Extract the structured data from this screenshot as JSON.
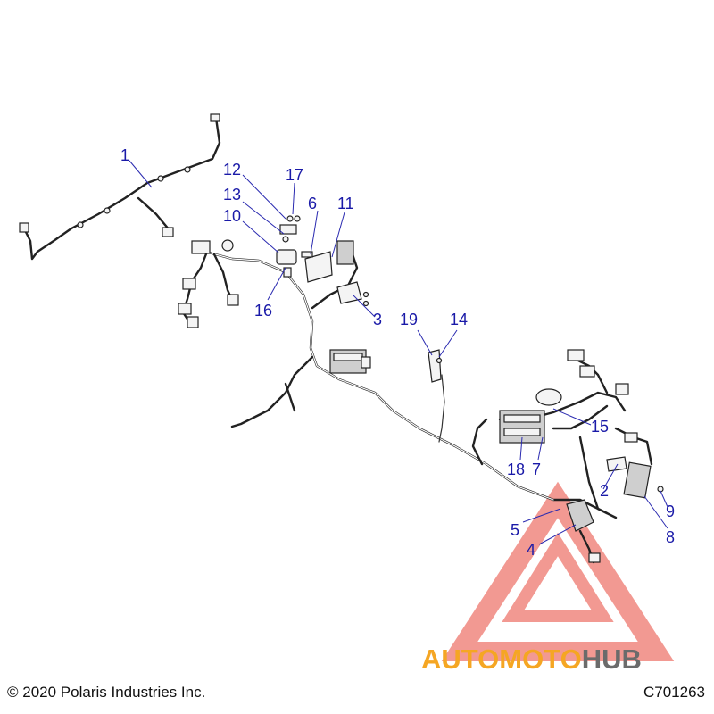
{
  "callouts": [
    {
      "id": "1",
      "label": "1"
    },
    {
      "id": "2",
      "label": "2"
    },
    {
      "id": "3",
      "label": "3"
    },
    {
      "id": "4",
      "label": "4"
    },
    {
      "id": "5",
      "label": "5"
    },
    {
      "id": "6",
      "label": "6"
    },
    {
      "id": "7",
      "label": "7"
    },
    {
      "id": "8",
      "label": "8"
    },
    {
      "id": "9",
      "label": "9"
    },
    {
      "id": "10",
      "label": "10"
    },
    {
      "id": "11",
      "label": "11"
    },
    {
      "id": "12",
      "label": "12"
    },
    {
      "id": "13",
      "label": "13"
    },
    {
      "id": "14",
      "label": "14"
    },
    {
      "id": "15",
      "label": "15"
    },
    {
      "id": "16",
      "label": "16"
    },
    {
      "id": "17",
      "label": "17"
    },
    {
      "id": "18",
      "label": "18"
    },
    {
      "id": "19",
      "label": "19"
    }
  ],
  "footer": {
    "copyright": "© 2020 Polaris Industries Inc.",
    "code": "C701263"
  },
  "watermark": {
    "part1": "AUTO",
    "part2": "MOTO",
    "part3": "HUB",
    "color_main": "#f5a623",
    "color_accent": "#e8473a",
    "color_dark": "#6b6b6b"
  },
  "colors": {
    "callout": "#1a1aa8",
    "line": "#222222"
  }
}
